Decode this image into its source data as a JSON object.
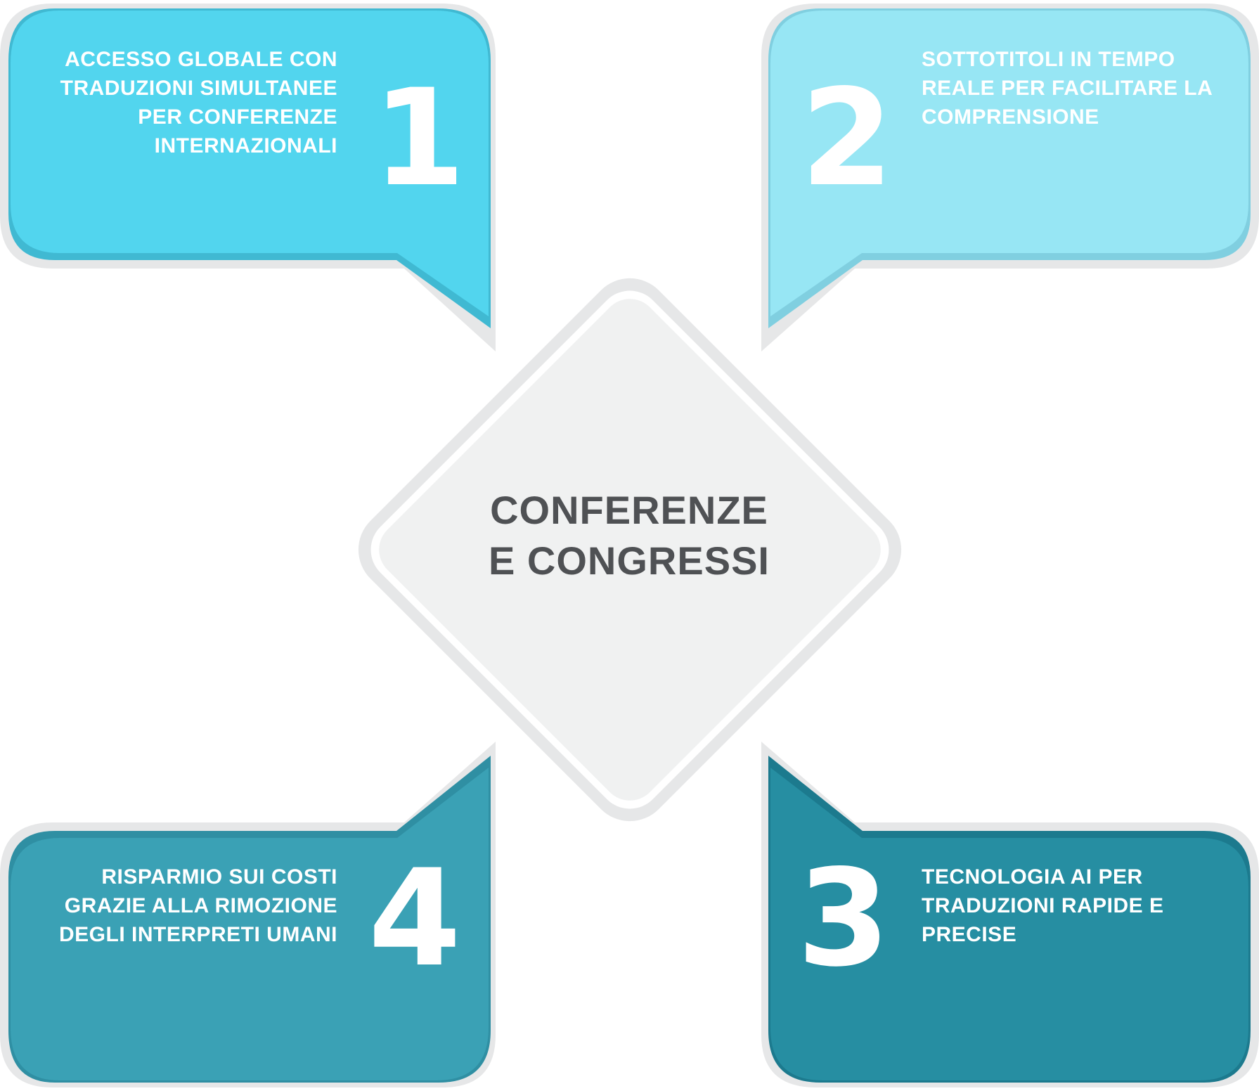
{
  "center": {
    "title_line1": "CONFERENZE",
    "title_line2": "E CONGRESSI"
  },
  "cards": [
    {
      "number": "1",
      "lines": [
        "ACCESSO GLOBALE CON",
        "TRADUZIONI SIMULTANEE",
        "PER CONFERENZE",
        "INTERNAZIONALI"
      ],
      "color": "#52d5ee"
    },
    {
      "number": "2",
      "lines": [
        "SOTTOTITOLI IN TEMPO",
        "REALE PER FACILITARE LA",
        "COMPRENSIONE"
      ],
      "color": "#97e6f4"
    },
    {
      "number": "3",
      "lines": [
        "TECNOLOGIA AI PER",
        "TRADUZIONI RAPIDE E",
        "PRECISE"
      ],
      "color": "#268ea2"
    },
    {
      "number": "4",
      "lines": [
        "RISPARMIO SUI COSTI",
        "GRAZIE ALLA RIMOZIONE",
        "DEGLI INTERPRETI UMANI"
      ],
      "color": "#3aa1b5"
    }
  ],
  "colors": {
    "outline": "#e6e7e8",
    "diamond_fill": "#f0f1f1",
    "title_text": "#4f5154"
  }
}
